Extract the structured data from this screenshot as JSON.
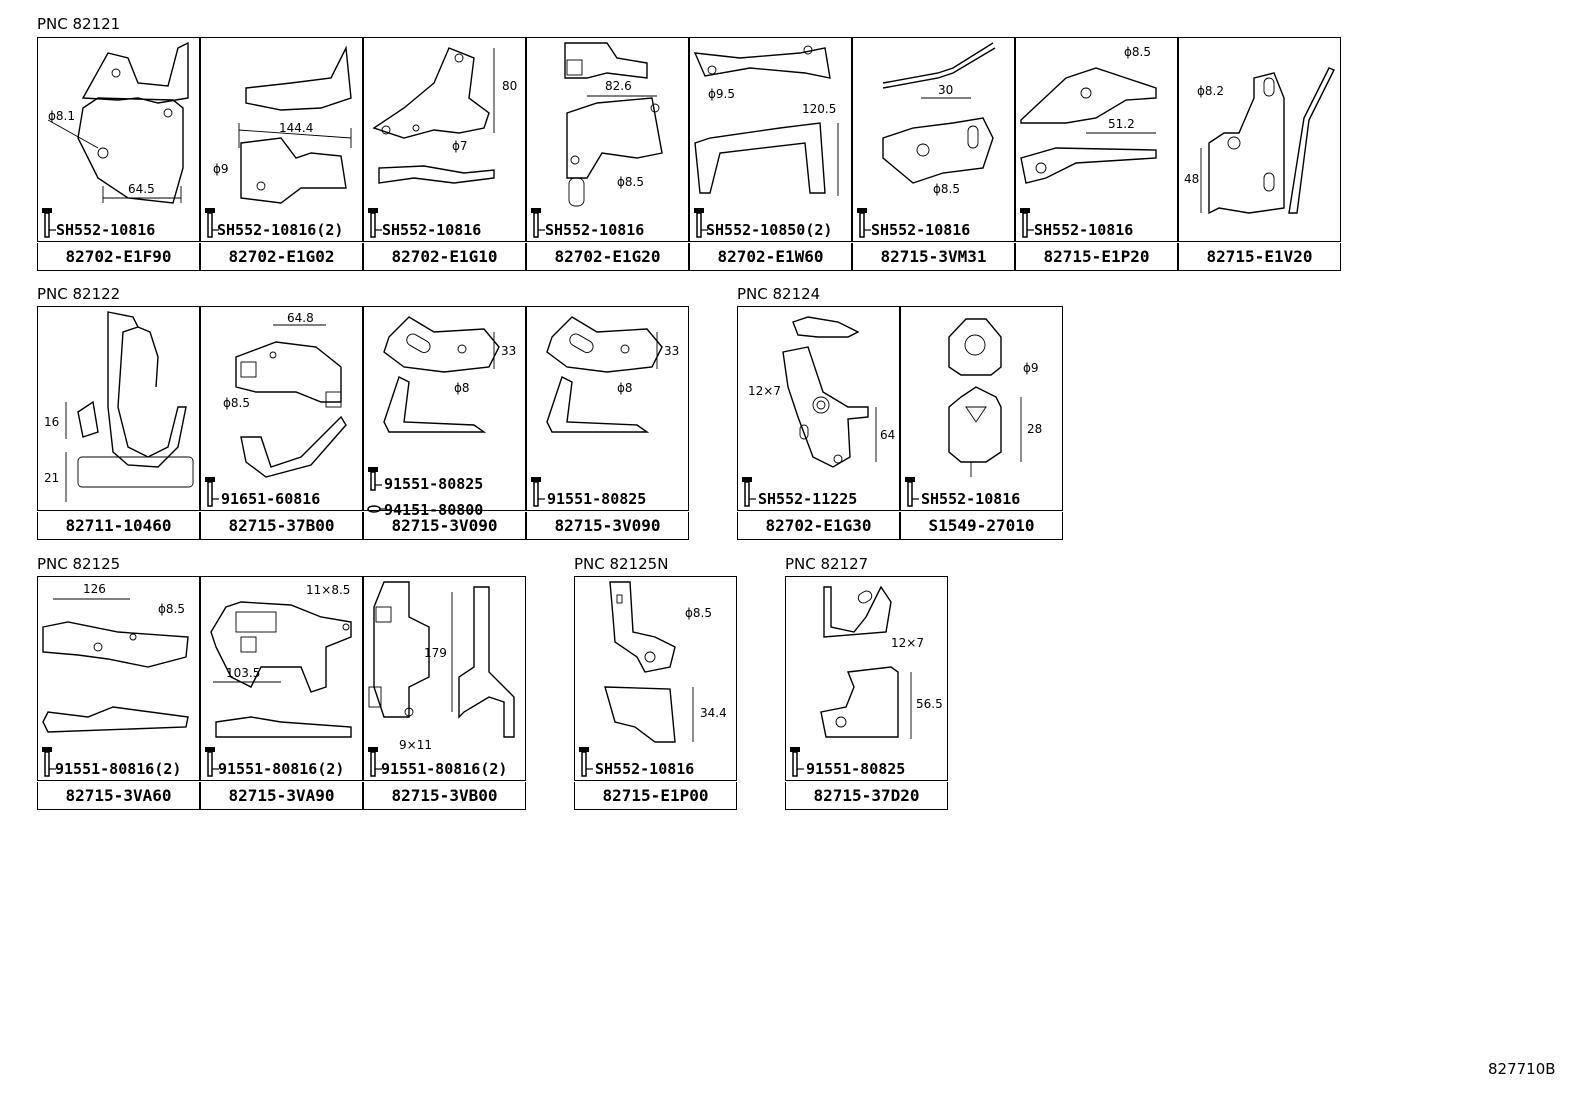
{
  "groups": {
    "g1": {
      "title": "PNC 82121"
    },
    "g2": {
      "title": "PNC 82122"
    },
    "g3": {
      "title": "PNC 82124"
    },
    "g4": {
      "title": "PNC 82125"
    },
    "g5": {
      "title": "PNC 82125N"
    },
    "g6": {
      "title": "PNC 82127"
    }
  },
  "cells": [
    {
      "pn": "82702-E1F90",
      "bolt1": "SH552-10816",
      "dims": [
        "ϕ8.1",
        "64.5"
      ]
    },
    {
      "pn": "82702-E1G02",
      "bolt1": "SH552-10816(2)",
      "dims": [
        "144.4",
        "ϕ9"
      ]
    },
    {
      "pn": "82702-E1G10",
      "bolt1": "SH552-10816",
      "dims": [
        "80",
        "ϕ7"
      ]
    },
    {
      "pn": "82702-E1G20",
      "bolt1": "SH552-10816",
      "dims": [
        "82.6",
        "ϕ8.5"
      ]
    },
    {
      "pn": "82702-E1W60",
      "bolt1": "SH552-10850(2)",
      "dims": [
        "ϕ9.5",
        "120.5"
      ]
    },
    {
      "pn": "82715-3VM31",
      "bolt1": "SH552-10816",
      "dims": [
        "30",
        "ϕ8.5"
      ]
    },
    {
      "pn": "82715-E1P20",
      "bolt1": "SH552-10816",
      "dims": [
        "ϕ8.5",
        "51.2"
      ]
    },
    {
      "pn": "82715-E1V20",
      "bolt1": "",
      "dims": [
        "ϕ8.2",
        "48"
      ]
    },
    {
      "pn": "82711-10460",
      "bolt1": "",
      "dims": [
        "16",
        "21"
      ]
    },
    {
      "pn": "82715-37B00",
      "bolt1": "91651-60816",
      "dims": [
        "64.8",
        "ϕ8.5"
      ]
    },
    {
      "pn": "82715-3V090",
      "bolt1": "91551-80825",
      "bolt2": "94151-80800",
      "dims": [
        "33",
        "ϕ8"
      ]
    },
    {
      "pn": "82715-3V090",
      "bolt1": "91551-80825",
      "dims": [
        "33",
        "ϕ8"
      ]
    },
    {
      "pn": "82702-E1G30",
      "bolt1": "SH552-11225",
      "dims": [
        "12×7",
        "64"
      ]
    },
    {
      "pn": "S1549-27010",
      "bolt1": "SH552-10816",
      "dims": [
        "ϕ9",
        "28"
      ]
    },
    {
      "pn": "82715-3VA60",
      "bolt1": "91551-80816(2)",
      "dims": [
        "126",
        "ϕ8.5"
      ]
    },
    {
      "pn": "82715-3VA90",
      "bolt1": "91551-80816(2)",
      "dims": [
        "11×8.5",
        "103.5"
      ]
    },
    {
      "pn": "82715-3VB00",
      "bolt1": "91551-80816(2)",
      "dims": [
        "179",
        "9×11"
      ]
    },
    {
      "pn": "82715-E1P00",
      "bolt1": "SH552-10816",
      "dims": [
        "ϕ8.5",
        "34.4"
      ]
    },
    {
      "pn": "82715-37D20",
      "bolt1": "91551-80825",
      "dims": [
        "12×7",
        "56.5"
      ]
    }
  ],
  "doc_id": "827710B"
}
